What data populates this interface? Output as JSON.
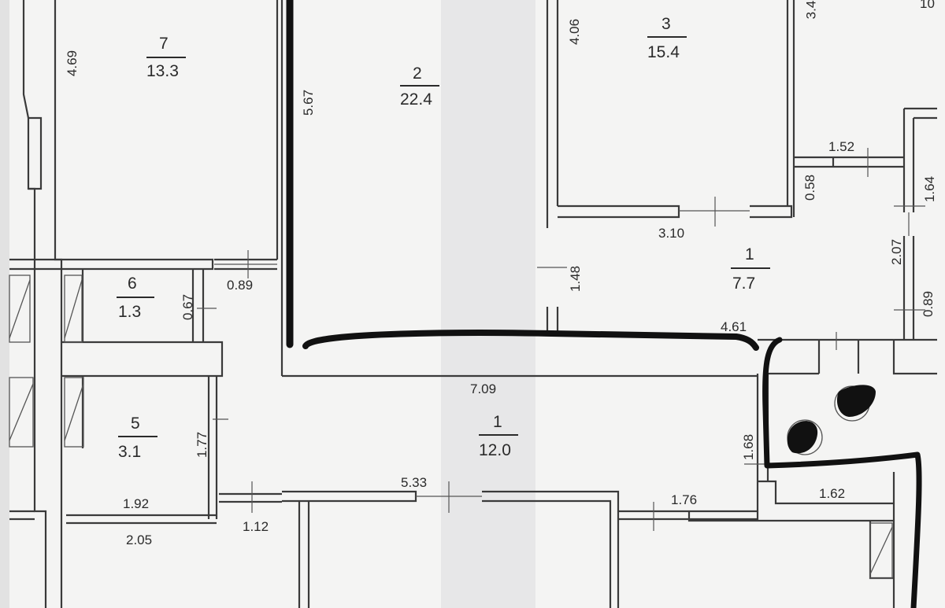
{
  "plan": {
    "colors": {
      "paper": "#f4f4f3",
      "wall": "#3a3a3a",
      "marker": "#111111",
      "shadow": "#d9d9db"
    },
    "rooms": [
      {
        "id": "room-7",
        "number": "7",
        "area": "13.3"
      },
      {
        "id": "room-2",
        "number": "2",
        "area": "22.4"
      },
      {
        "id": "room-3",
        "number": "3",
        "area": "15.4"
      },
      {
        "id": "room-1-right",
        "number": "1",
        "area": "7.7"
      },
      {
        "id": "room-6",
        "number": "6",
        "area": "1.3"
      },
      {
        "id": "room-5",
        "number": "5",
        "area": "3.1"
      },
      {
        "id": "room-1-hall",
        "number": "1",
        "area": "12.0"
      }
    ],
    "dimensions": {
      "d_4_69": "4.69",
      "d_5_67": "5.67",
      "d_4_06": "4.06",
      "d_3_4": "3.4",
      "d_1_52": "1.52",
      "d_0_58": "0.58",
      "d_3_10": "3.10",
      "d_1_64": "1.64",
      "d_2_07": "2.07",
      "d_0_89r": "0.89",
      "d_0_89": "0.89",
      "d_0_67": "0.67",
      "d_1_48": "1.48",
      "d_4_61": "4.61",
      "d_7_09": "7.09",
      "d_1_77": "1.77",
      "d_1_68": "1.68",
      "d_1_92": "1.92",
      "d_2_05": "2.05",
      "d_1_12": "1.12",
      "d_5_33": "5.33",
      "d_1_76": "1.76",
      "d_1_62": "1.62",
      "d_10": "10"
    }
  }
}
